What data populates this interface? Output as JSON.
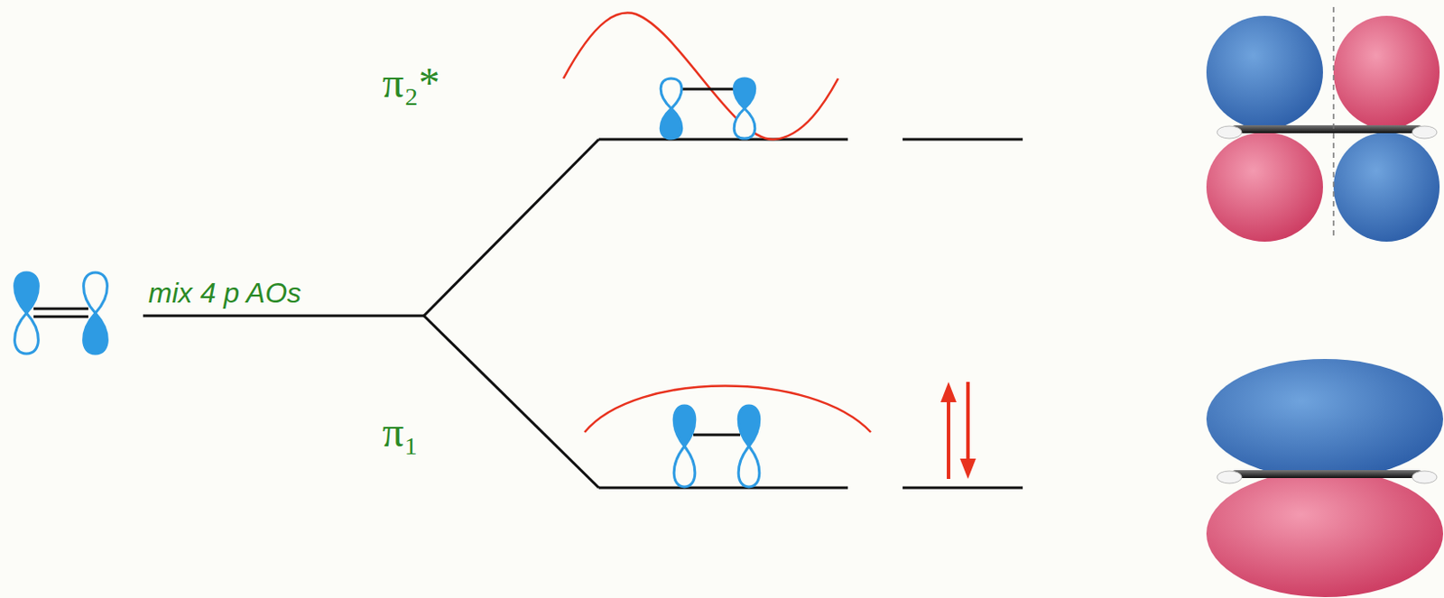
{
  "diagram": {
    "labels": [
      "π₂*",
      "mix 4 p AOs",
      "π₁"
    ]
  }
}
